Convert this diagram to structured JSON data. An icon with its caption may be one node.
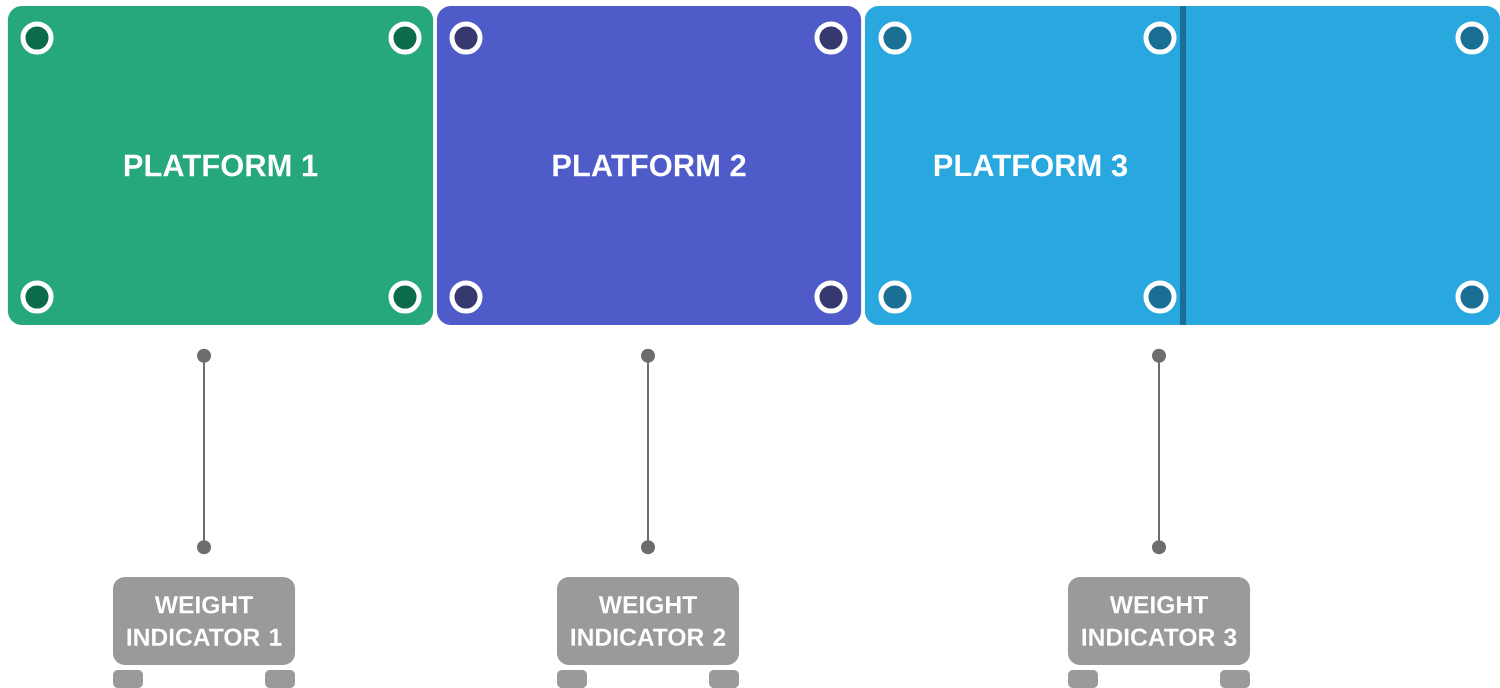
{
  "diagram": {
    "nodes": [
      {
        "text": [
          "PLATFORM 1"
        ]
      },
      {
        "text": [
          "PLATFORM 2"
        ]
      },
      {
        "text": [
          "PLATFORM 3"
        ]
      },
      {
        "text": [
          "WEIGHT INDICATOR 1"
        ]
      },
      {
        "text": [
          "WEIGHT INDICATOR 2"
        ]
      },
      {
        "text": [
          "WEIGHT INDICATOR 3"
        ]
      }
    ],
    "edges": [
      {
        "from": 0,
        "to": 3,
        "arrow": "other"
      },
      {
        "from": 1,
        "to": 4,
        "arrow": "other"
      },
      {
        "from": 2,
        "to": 5,
        "arrow": "other"
      }
    ]
  }
}
